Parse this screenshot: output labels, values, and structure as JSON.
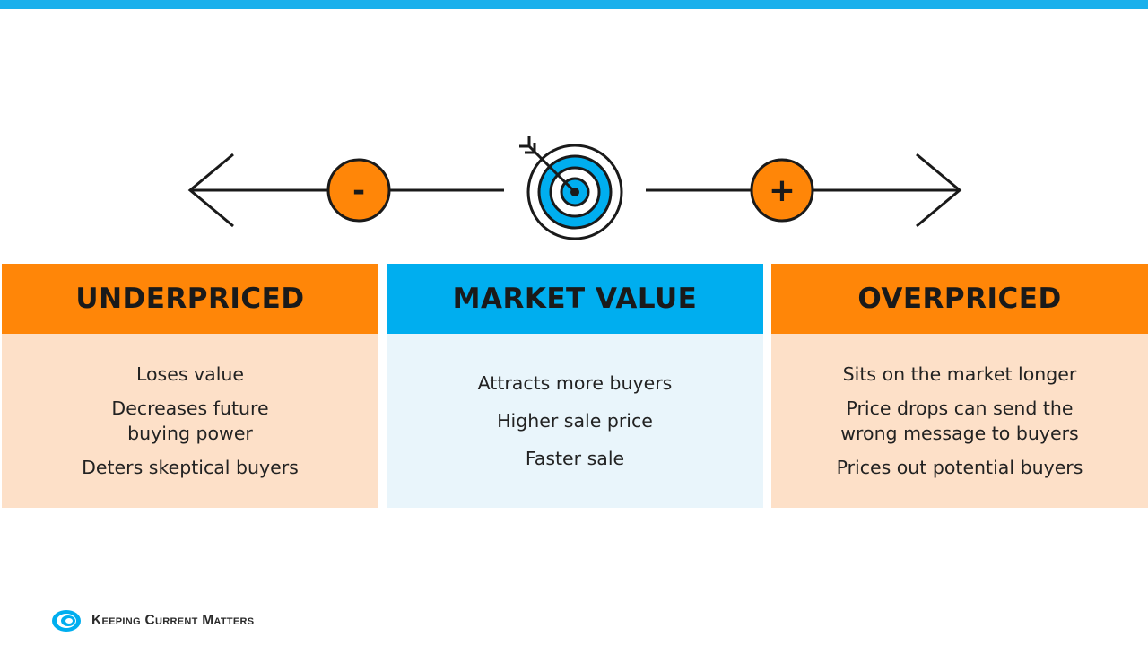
{
  "scale": {
    "minus_label": "-",
    "plus_label": "+"
  },
  "columns": [
    {
      "header": "UNDERPRICED",
      "items": [
        "Loses value",
        "Decreases future buying power",
        "Deters skeptical buyers"
      ]
    },
    {
      "header": "MARKET VALUE",
      "items": [
        "Attracts more buyers",
        "Higher sale price",
        "Faster sale"
      ]
    },
    {
      "header": "OVERPRICED",
      "items": [
        "Sits on the market longer",
        "Price drops can send the wrong message to buyers",
        "Prices out potential buyers"
      ]
    }
  ],
  "brand": {
    "name": "Keeping Current Matters"
  },
  "colors": {
    "accent_blue": "#00aeef",
    "accent_orange": "#ff8608",
    "orange_tint": "#fde0c8",
    "blue_tint": "#e9f5fb"
  }
}
